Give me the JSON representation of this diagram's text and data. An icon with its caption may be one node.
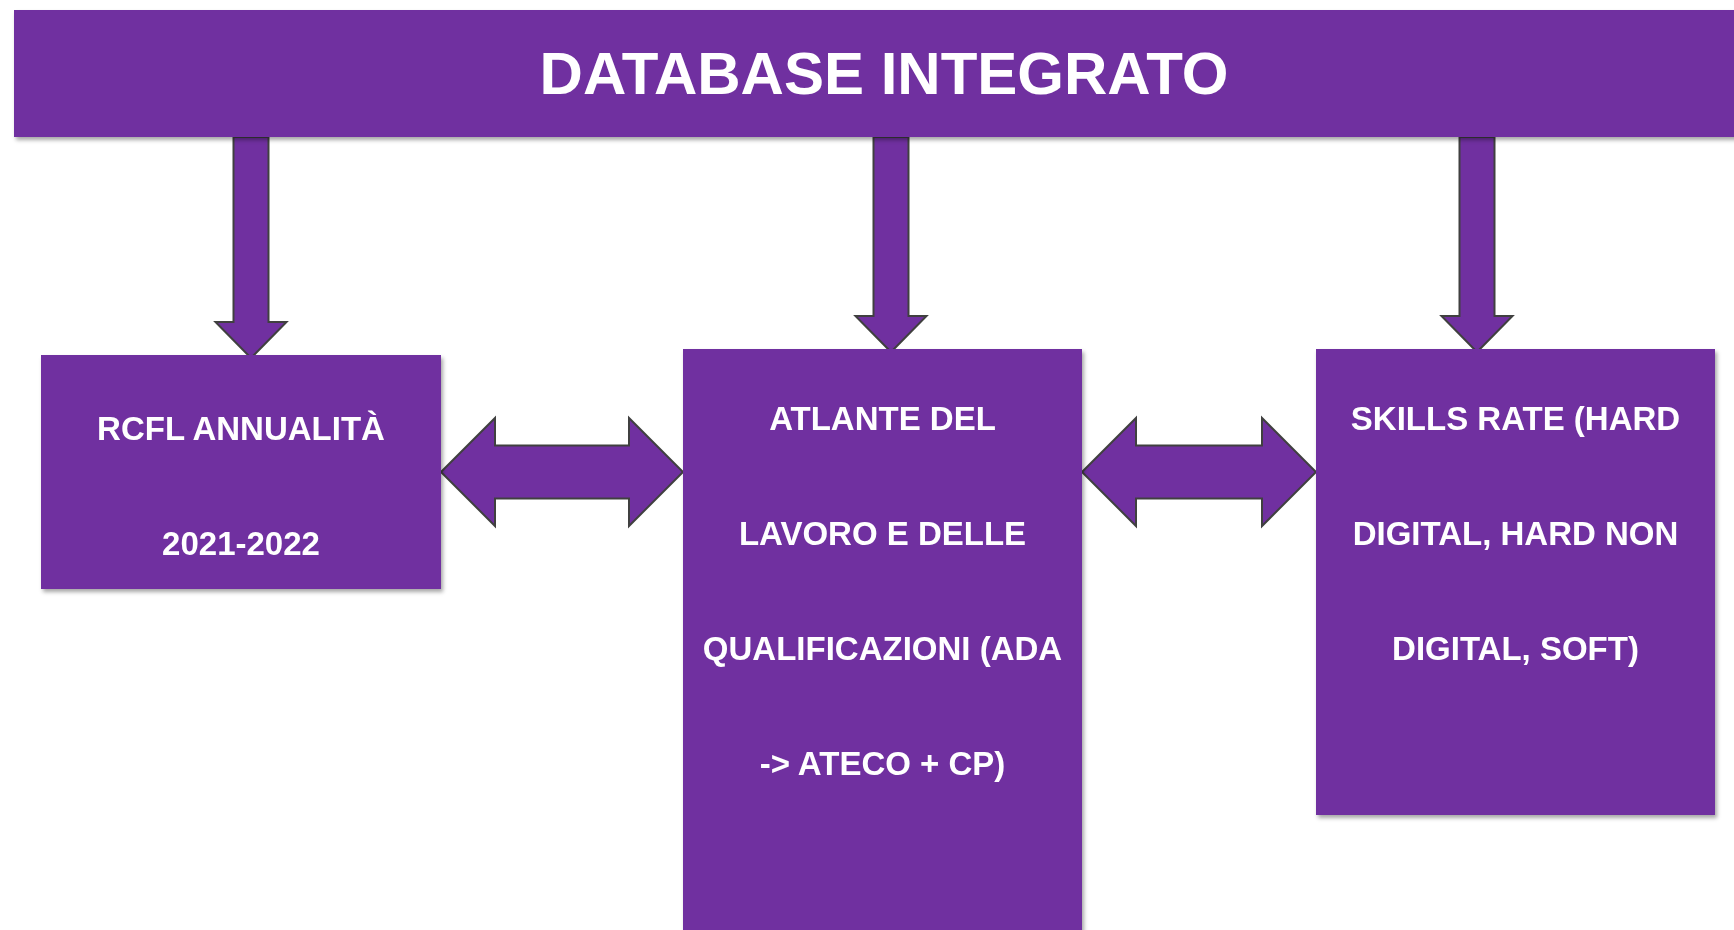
{
  "diagram": {
    "nodes": [
      {
        "text": [
          "DATABASE INTEGRATO"
        ]
      },
      {
        "text": [
          "RCFL ANNUALITÀ 2021-2022"
        ]
      },
      {
        "text": [
          "ATLANTE DEL LAVORO E DELLE QUALIFICAZIONI (ADA -> ATECO + CP)"
        ]
      },
      {
        "text": [
          "SKILLS RATE (HARD DIGITAL, HARD NON DIGITAL, SOFT)"
        ]
      }
    ],
    "edges": [
      {
        "from": 0,
        "to": 1,
        "arrow": "to"
      },
      {
        "from": 0,
        "to": 2,
        "arrow": "to"
      },
      {
        "from": 0,
        "to": 3,
        "arrow": "to"
      },
      {
        "from": 1,
        "to": 2,
        "arrow": "both"
      },
      {
        "from": 2,
        "to": 3,
        "arrow": "both"
      }
    ]
  }
}
